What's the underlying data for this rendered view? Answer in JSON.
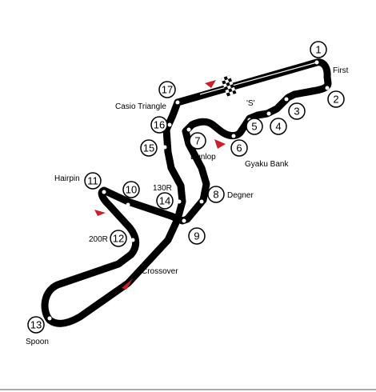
{
  "colors": {
    "track": "#000000",
    "direction_arrow": "#cc1f2b",
    "background": "#ffffff"
  },
  "turn_markers": [
    {
      "number": "1"
    },
    {
      "number": "2"
    },
    {
      "number": "3"
    },
    {
      "number": "4"
    },
    {
      "number": "5"
    },
    {
      "number": "6"
    },
    {
      "number": "7"
    },
    {
      "number": "8"
    },
    {
      "number": "9"
    },
    {
      "number": "10"
    },
    {
      "number": "11"
    },
    {
      "number": "12"
    },
    {
      "number": "13"
    },
    {
      "number": "14"
    },
    {
      "number": "15"
    },
    {
      "number": "16"
    },
    {
      "number": "17"
    }
  ],
  "corner_names": {
    "first": "First",
    "s_curves": "'S'",
    "gyaku_bank": "Gyaku Bank",
    "dunlop": "Dunlop",
    "degner": "Degner",
    "hairpin": "Hairpin",
    "r200": "200R",
    "r130": "130R",
    "crossover": "Crossover",
    "spoon": "Spoon",
    "casio_triangle": "Casio Triangle"
  },
  "icons": {
    "start_finish": "checkered-flag-icon",
    "direction": "red-triangle-arrow-icon"
  }
}
